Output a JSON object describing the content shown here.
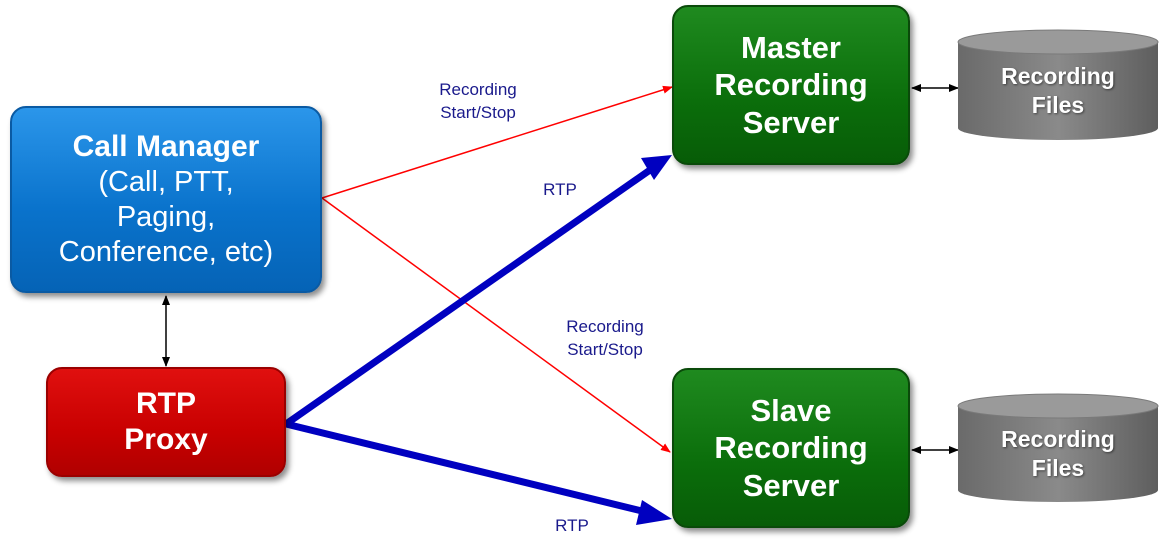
{
  "nodes": {
    "call_manager": {
      "title": "Call Manager",
      "line2": "(Call, PTT,",
      "line3": "Paging,",
      "line4": "Conference, etc)"
    },
    "rtp_proxy": {
      "line1": "RTP",
      "line2": "Proxy"
    },
    "master_server": {
      "line1": "Master",
      "line2": "Recording",
      "line3": "Server"
    },
    "slave_server": {
      "line1": "Slave",
      "line2": "Recording",
      "line3": "Server"
    },
    "master_files": {
      "line1": "Recording",
      "line2": "Files"
    },
    "slave_files": {
      "line1": "Recording",
      "line2": "Files"
    }
  },
  "edge_labels": {
    "recording_master": {
      "line1": "Recording",
      "line2": "Start/Stop"
    },
    "recording_slave": {
      "line1": "Recording",
      "line2": "Start/Stop"
    },
    "rtp_master": "RTP",
    "rtp_slave": "RTP"
  },
  "colors": {
    "control_arrow": "#ff0000",
    "rtp_arrow": "#0000c0",
    "link_arrow": "#000000",
    "label_text": "#1a1a8c"
  }
}
